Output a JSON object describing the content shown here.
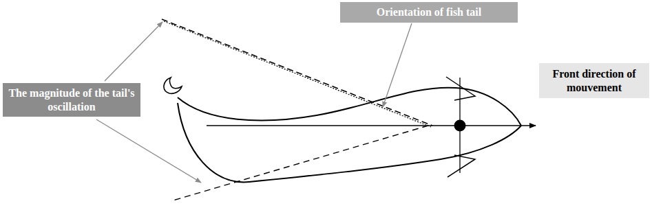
{
  "diagram": {
    "nodes": [
      {
        "text": [
          "Orientation of fish tail"
        ]
      },
      {
        "text": [
          "The magnitude of the tail's oscillation"
        ]
      },
      {
        "text": [
          "Front direction of mouvement"
        ]
      }
    ]
  }
}
